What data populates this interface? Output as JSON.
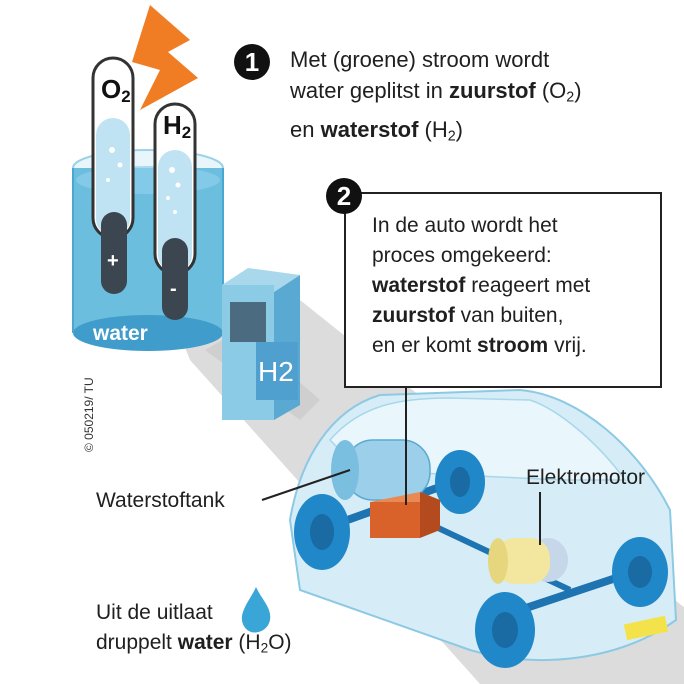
{
  "step1": {
    "number": "1",
    "line1": "Met (groene) stroom  wordt",
    "line2_pre": "water geplitst in ",
    "line2_bold": "zuurstof",
    "line2_post_pre": " (O",
    "line2_sub": "2",
    "line2_post_end": ")",
    "line3_pre": "en ",
    "line3_bold": "waterstof",
    "line3_post_pre": " (H",
    "line3_sub": "2",
    "line3_post_end": ")"
  },
  "step2": {
    "number": "2",
    "line1": "In de auto wordt het",
    "line2": "proces omgekeerd:",
    "line3_bold": "waterstof",
    "line3_rest": " reageert met",
    "line4_bold": "zuurstof",
    "line4_rest": " van buiten,",
    "line5_pre": "en er komt ",
    "line5_bold": "stroom",
    "line5_rest": " vrij."
  },
  "electrolysis": {
    "o2_main": "O",
    "o2_sub": "2",
    "h2_main": "H",
    "h2_sub": "2",
    "plus": "+",
    "minus": "-",
    "water_label": "water"
  },
  "station": {
    "label": "H2"
  },
  "labels": {
    "tank": "Waterstoftank",
    "motor": "Elektromotor",
    "exhaust_line1": "Uit de uitlaat",
    "exhaust_line2_pre": "druppelt ",
    "exhaust_line2_bold": "water",
    "exhaust_line2_mid": " (H",
    "exhaust_line2_sub": "2",
    "exhaust_line2_end": "O)"
  },
  "copyright": "© 050219/ TU",
  "colors": {
    "water_blue": "#5fb7d9",
    "electrode": "#3c4650",
    "lightning": "#f07d23",
    "car_glass": "#cfe9f4",
    "wheel": "#1f78b4",
    "tank": "#8cc6e6",
    "fuel_cell": "#d9622b",
    "motor": "#f5eaa0",
    "station": "#6db9dd",
    "shadow": "#d7d7d7"
  }
}
